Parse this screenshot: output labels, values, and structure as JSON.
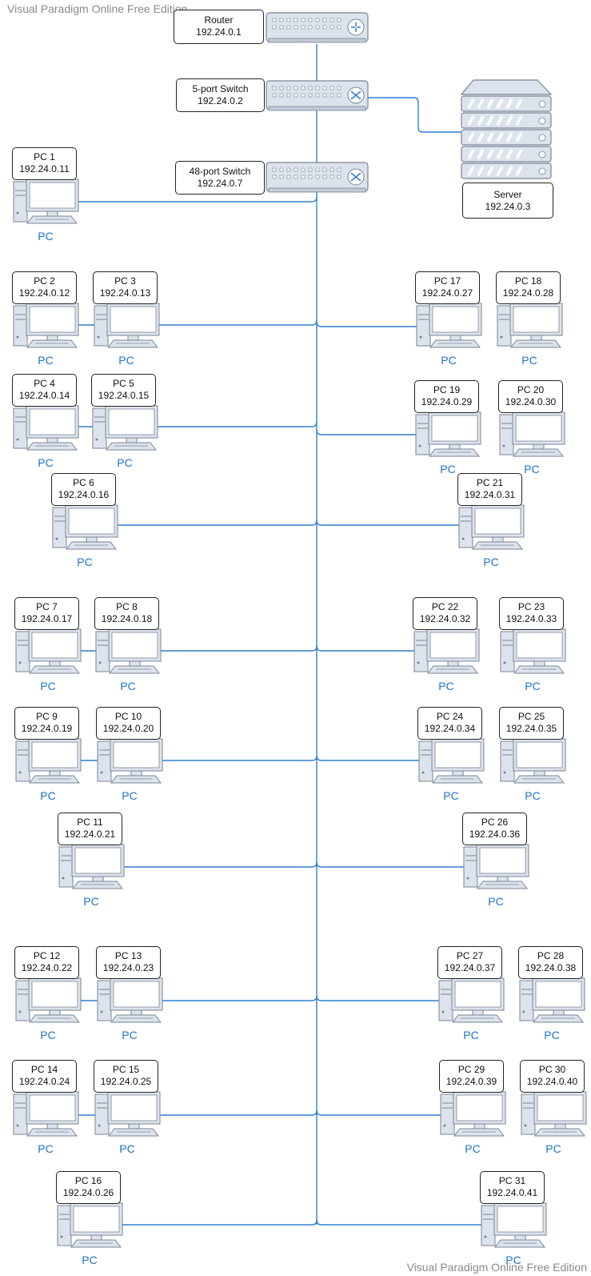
{
  "watermark": {
    "top": "Visual Paradigm Online Free Edition",
    "bottom": "Visual Paradigm Online Free Edition"
  },
  "router": {
    "name": "Router",
    "ip": "192.24.0.1",
    "icon": "router-icon"
  },
  "switch5": {
    "name": "5-port Switch",
    "ip": "192.24.0.2",
    "icon": "switch-icon"
  },
  "switch48": {
    "name": "48-port Switch",
    "ip": "192.24.0.7",
    "icon": "switch-icon"
  },
  "server": {
    "name": "Server",
    "ip": "192.24.0.3",
    "icon": "server-rack-icon"
  },
  "pc_caption": "PC",
  "pcs": [
    {
      "name": "PC 1",
      "ip": "192.24.0.11"
    },
    {
      "name": "PC 2",
      "ip": "192.24.0.12"
    },
    {
      "name": "PC 3",
      "ip": "192.24.0.13"
    },
    {
      "name": "PC 4",
      "ip": "192.24.0.14"
    },
    {
      "name": "PC 5",
      "ip": "192.24.0.15"
    },
    {
      "name": "PC 6",
      "ip": "192.24.0.16"
    },
    {
      "name": "PC 7",
      "ip": "192.24.0.17"
    },
    {
      "name": "PC 8",
      "ip": "192.24.0.18"
    },
    {
      "name": "PC 9",
      "ip": "192.24.0.19"
    },
    {
      "name": "PC 10",
      "ip": "192.24.0.20"
    },
    {
      "name": "PC 11",
      "ip": "192.24.0.21"
    },
    {
      "name": "PC 12",
      "ip": "192.24.0.22"
    },
    {
      "name": "PC 13",
      "ip": "192.24.0.23"
    },
    {
      "name": "PC 14",
      "ip": "192.24.0.24"
    },
    {
      "name": "PC 15",
      "ip": "192.24.0.25"
    },
    {
      "name": "PC 16",
      "ip": "192.24.0.26"
    },
    {
      "name": "PC 17",
      "ip": "192.24.0.27"
    },
    {
      "name": "PC 18",
      "ip": "192.24.0.28"
    },
    {
      "name": "PC 19",
      "ip": "192.24.0.29"
    },
    {
      "name": "PC 20",
      "ip": "192.24.0.30"
    },
    {
      "name": "PC 21",
      "ip": "192.24.0.31"
    },
    {
      "name": "PC 22",
      "ip": "192.24.0.32"
    },
    {
      "name": "PC 23",
      "ip": "192.24.0.33"
    },
    {
      "name": "PC 24",
      "ip": "192.24.0.34"
    },
    {
      "name": "PC 25",
      "ip": "192.24.0.35"
    },
    {
      "name": "PC 26",
      "ip": "192.24.0.36"
    },
    {
      "name": "PC 27",
      "ip": "192.24.0.37"
    },
    {
      "name": "PC 28",
      "ip": "192.24.0.38"
    },
    {
      "name": "PC 29",
      "ip": "192.24.0.39"
    },
    {
      "name": "PC 30",
      "ip": "192.24.0.40"
    },
    {
      "name": "PC 31",
      "ip": "192.24.0.41"
    }
  ],
  "colors": {
    "link": "#2f7fcf",
    "device_body": "#dde3ec",
    "device_edge": "#7a8596",
    "pc_label": "#1f73c7"
  }
}
